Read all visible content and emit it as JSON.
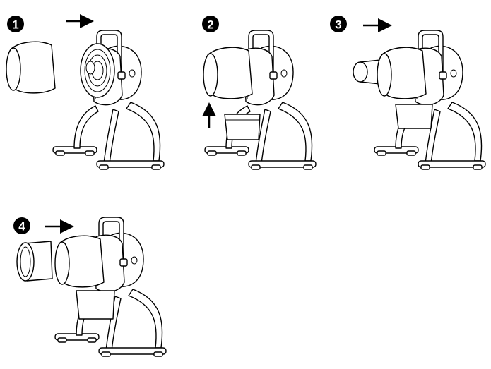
{
  "steps": [
    {
      "number": "1",
      "arrow": "right"
    },
    {
      "number": "2",
      "arrow": "up"
    },
    {
      "number": "3",
      "arrow": "right"
    },
    {
      "number": "4",
      "arrow": "right"
    }
  ],
  "colors": {
    "line": "#000000",
    "background": "#ffffff",
    "badge": "#000000"
  }
}
